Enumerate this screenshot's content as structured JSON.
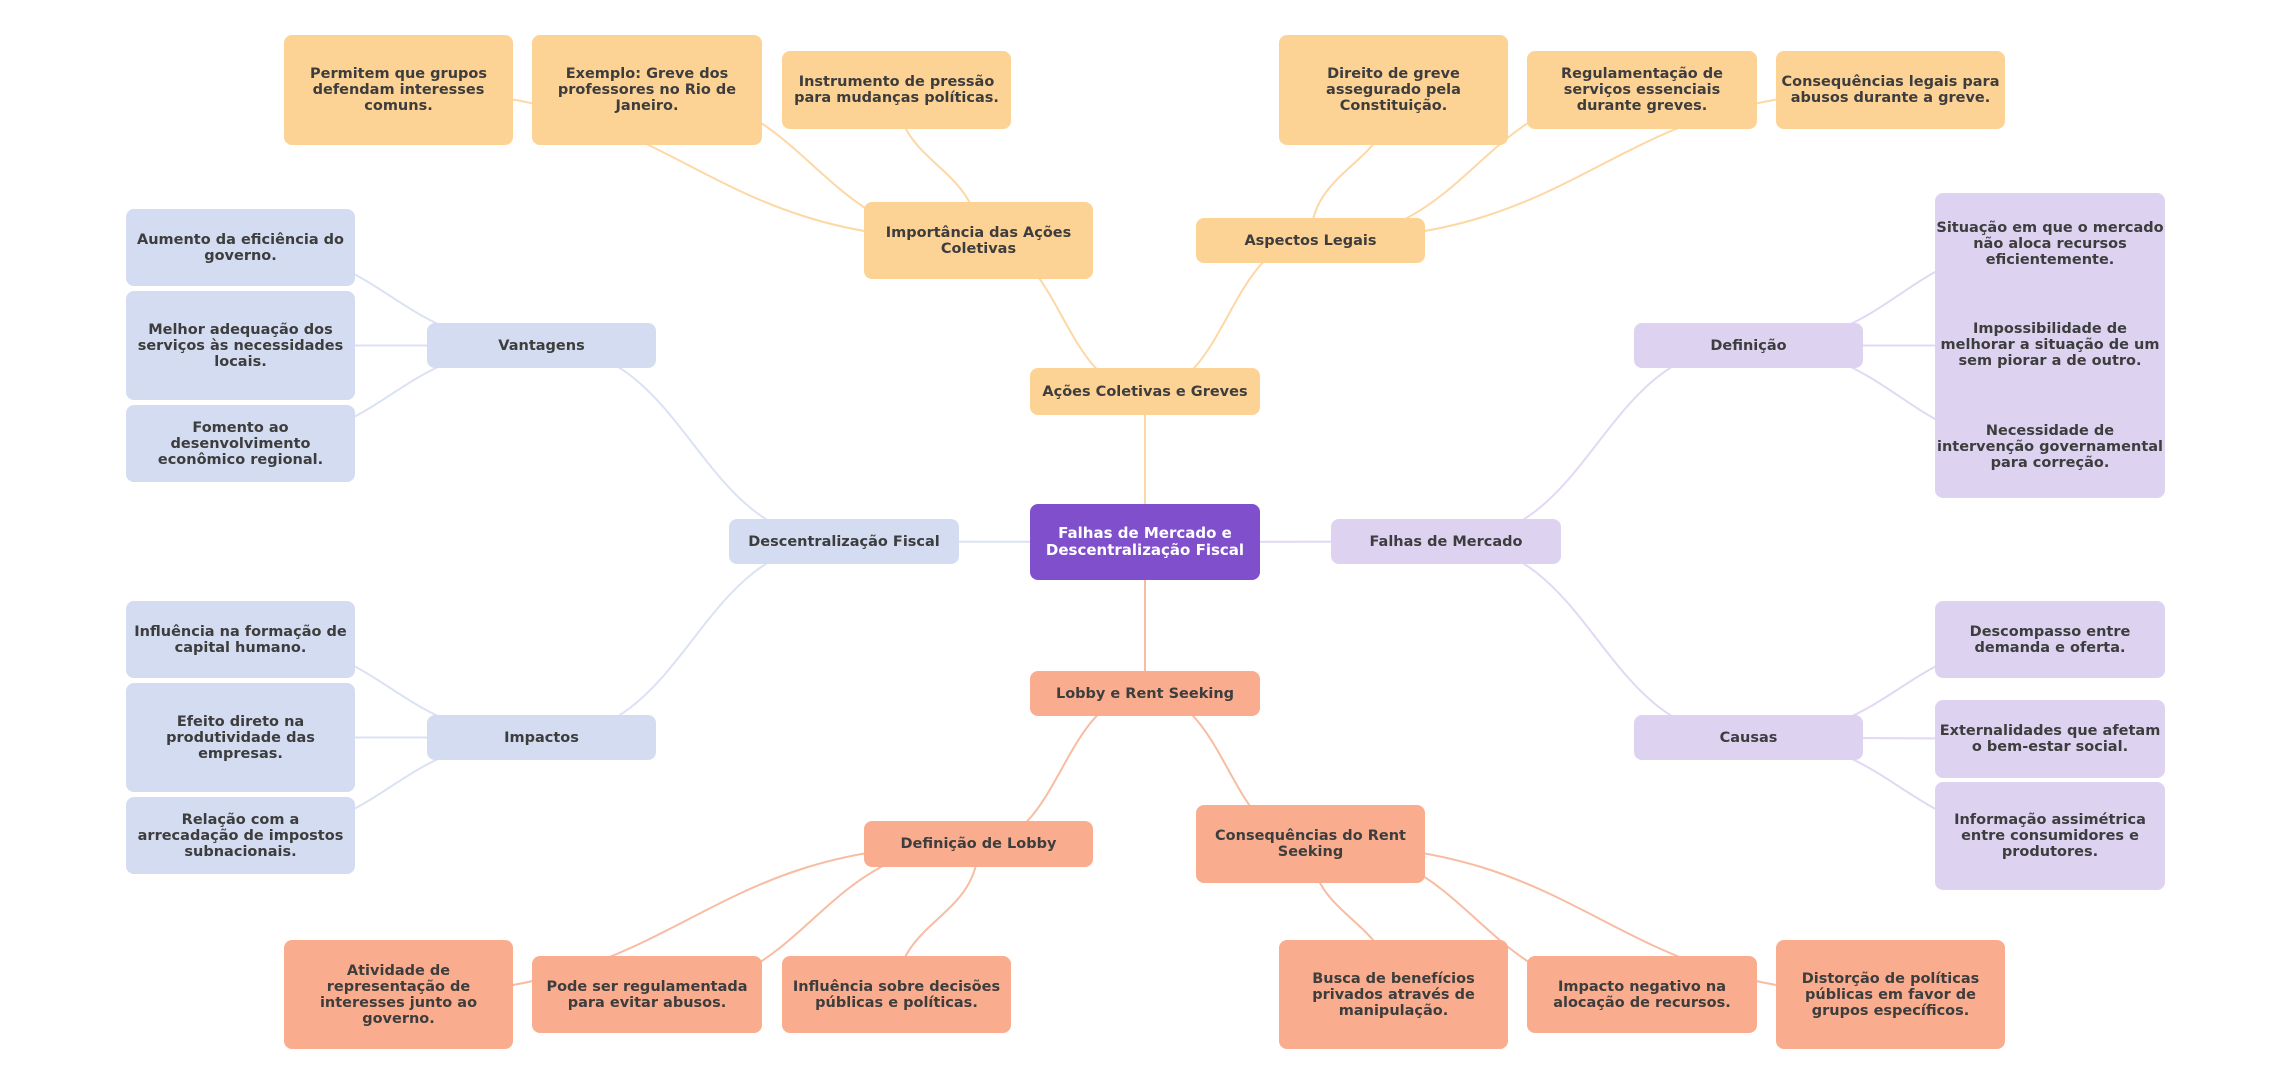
{
  "title": "Falhas de Mercado e Descentralização Fiscal",
  "colors": {
    "root": "#7f4fcc",
    "acoes": "#fdd295",
    "lobby": "#f9ad8e",
    "descentralizacao": "#d4dcf1",
    "falhas": "#ddd3f1",
    "edge_acoes": "#fdd8a4",
    "edge_lobby": "#f8bca2",
    "edge_descentralizacao": "#dbe2f3",
    "edge_falhas": "#e2d8f4"
  },
  "branches": {
    "acoes": {
      "label": "Ações Coletivas e Greves",
      "importancia": {
        "label": "Importância das Ações Coletivas",
        "leaves": [
          "Permitem que grupos defendam interesses comuns.",
          "Exemplo: Greve dos professores no Rio de Janeiro.",
          "Instrumento de pressão para mudanças políticas."
        ]
      },
      "aspectos": {
        "label": "Aspectos Legais",
        "leaves": [
          "Direito de greve assegurado pela Constituição.",
          "Regulamentação de serviços essenciais durante greves.",
          "Consequências legais para abusos durante a greve."
        ]
      }
    },
    "descentralizacao": {
      "label": "Descentralização Fiscal",
      "vantagens": {
        "label": "Vantagens",
        "leaves": [
          "Aumento da eficiência do governo.",
          "Melhor adequação dos serviços às necessidades locais.",
          "Fomento ao desenvolvimento econômico regional."
        ]
      },
      "impactos": {
        "label": "Impactos",
        "leaves": [
          "Influência na formação de capital humano.",
          "Efeito direto na produtividade das empresas.",
          "Relação com a arrecadação de impostos subnacionais."
        ]
      }
    },
    "falhas": {
      "label": "Falhas de Mercado",
      "definicao": {
        "label": "Definição",
        "leaves": [
          "Situação em que o mercado não aloca recursos eficientemente.",
          "Impossibilidade de melhorar a situação de um sem piorar a de outro.",
          "Necessidade de intervenção governamental para correção."
        ]
      },
      "causas": {
        "label": "Causas",
        "leaves": [
          "Descompasso entre demanda e oferta.",
          "Externalidades que afetam o bem-estar social.",
          "Informação assimétrica entre consumidores e produtores."
        ]
      }
    },
    "lobby": {
      "label": "Lobby e Rent Seeking",
      "definicao": {
        "label": "Definição de Lobby",
        "leaves": [
          "Atividade de representação de interesses junto ao governo.",
          "Pode ser regulamentada para evitar abusos.",
          "Influência sobre decisões públicas e políticas."
        ]
      },
      "consequencias": {
        "label": "Consequências do Rent Seeking",
        "leaves": [
          "Busca de benefícios privados através de manipulação.",
          "Impacto negativo na alocação de recursos.",
          "Distorção de políticas públicas em favor de grupos específicos."
        ]
      }
    }
  }
}
